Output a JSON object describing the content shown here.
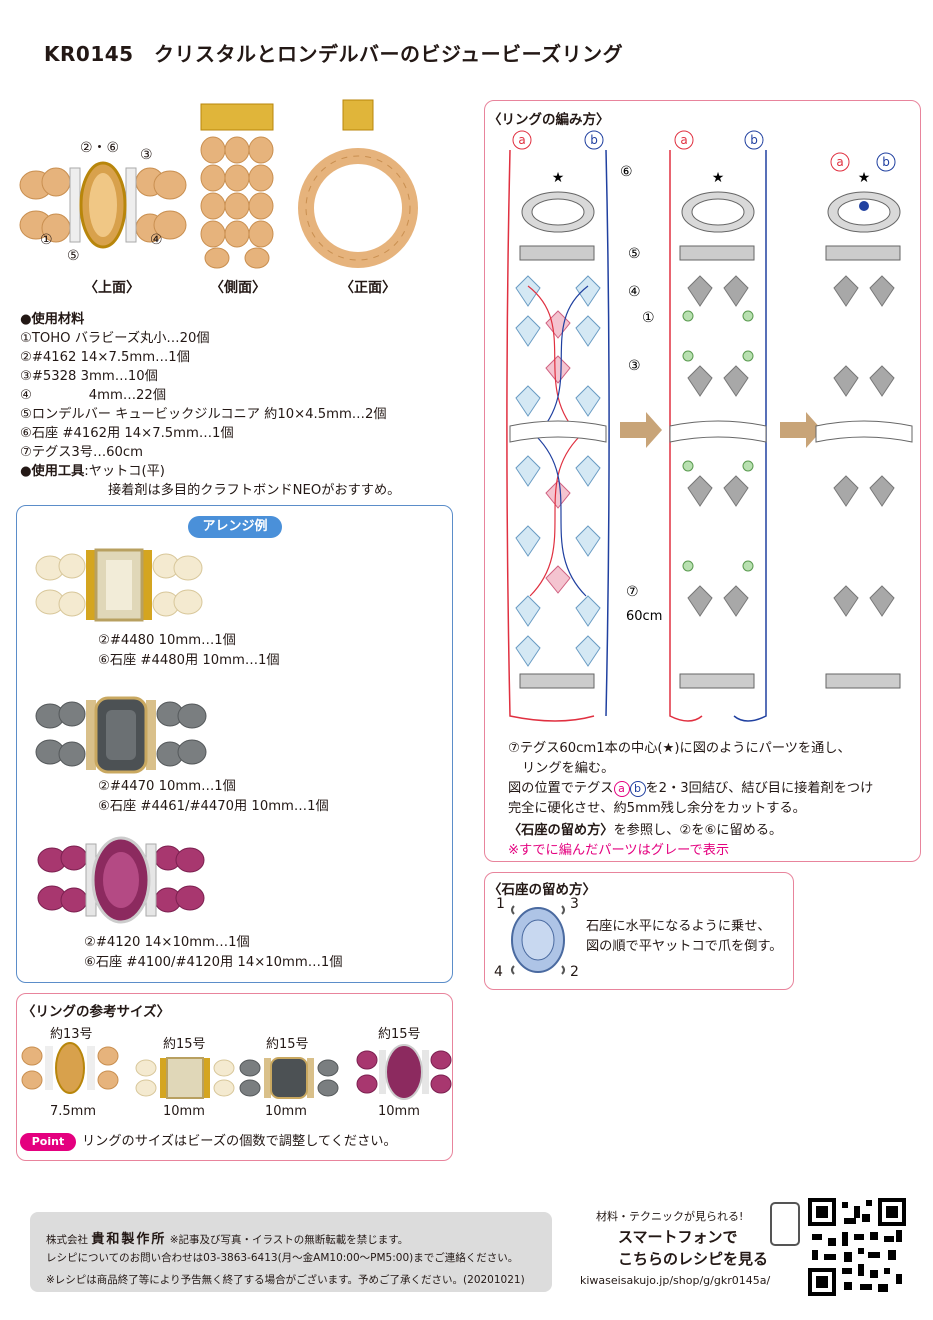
{
  "title": "KR0145　クリスタルとロンデルバーのビジュービーズリング",
  "photos": {
    "top_label": "〈上面〉",
    "side_label": "〈側面〉",
    "front_label": "〈正面〉",
    "numbers": {
      "n1": "①",
      "n26": "②・⑥",
      "n3": "③",
      "n4": "④",
      "n5": "⑤"
    }
  },
  "materials": {
    "heading": "●使用材料",
    "items": [
      "①TOHO バラビーズ丸小…20個",
      "②#4162 14×7.5mm…1個",
      "③#5328 3mm…10個",
      "④　　　　 4mm…22個",
      "⑤ロンデルバー キュービックジルコニア 約10×4.5mm…2個",
      "⑥石座 #4162用 14×7.5mm…1個",
      "⑦テグス3号…60cm"
    ],
    "tools_heading": "●使用工具",
    "tools": ":ヤットコ(平)",
    "glue": "接着剤は多目的クラフトボンドNEOがおすすめ。"
  },
  "arrange": {
    "title": "アレンジ例",
    "items": [
      {
        "line1": "②#4480 10mm…1個",
        "line2": "⑥石座 #4480用 10mm…1個"
      },
      {
        "line1": "②#4470 10mm…1個",
        "line2": "⑥石座 #4461/#4470用 10mm…1個"
      },
      {
        "line1": "②#4120 14×10mm…1個",
        "line2": "⑥石座 #4100/#4120用 14×10mm…1個"
      }
    ]
  },
  "weave": {
    "title": "〈リングの編み方〉",
    "labels": {
      "a": "a",
      "b": "b",
      "star": "★",
      "n6": "⑥",
      "n5": "⑤",
      "n4": "④",
      "n1": "①",
      "n3": "③",
      "n7": "⑦",
      "len": "60cm"
    },
    "steps": [
      "⑦テグス60cm1本の中心(★)に図のようにパーツを通し、",
      "リングを編む。",
      "図の位置でテグス",
      "を2・3回結び、結び目に接着剤をつけ",
      "完全に硬化させ、約5mm残し余分をカットする。",
      "〈石座の留め方〉",
      "を参照し、②を⑥に留める。"
    ],
    "note": "※すでに編んだパーツはグレーで表示"
  },
  "setting": {
    "title": "〈石座の留め方〉",
    "n1": "1",
    "n2": "2",
    "n3": "3",
    "n4": "4",
    "line1": "石座に水平になるように乗せ、",
    "line2": "図の順で平ヤットコで爪を倒す。"
  },
  "sizes": {
    "title": "〈リングの参考サイズ〉",
    "items": [
      {
        "size": "約13号",
        "width": "7.5mm"
      },
      {
        "size": "約15号",
        "width": "10mm"
      },
      {
        "size": "約15号",
        "width": "10mm"
      },
      {
        "size": "約15号",
        "width": "10mm"
      }
    ],
    "point_label": "Point",
    "point_text": "リングのサイズはビーズの個数で調整してください。"
  },
  "footer": {
    "company_prefix": "株式会社",
    "company": "貴和製作所",
    "line1_note": "※記事及び写真・イラストの無断転載を禁じます。",
    "line2": "レシピについてのお問い合わせは03-3863-6413(月～金AM10:00～PM5:00)までご連絡ください。",
    "line3": "※レシピは商品終了等により予告無く終了する場合がございます。予めご了承ください。(20201021)"
  },
  "smartphone": {
    "line1": "材料・テクニックが見られる!",
    "line2": "スマートフォンで",
    "line3": "こちらのレシピを見る",
    "url": "kiwaseisakujo.jp/shop/g/gkr0145a/"
  },
  "colors": {
    "peach": "#e8b47a",
    "gold": "#d4a520",
    "grey_stone": "#6b6f72",
    "purple": "#a0306a",
    "pink": "#e8849c",
    "blue": "#5b8dc9",
    "magenta": "#e4007f"
  }
}
